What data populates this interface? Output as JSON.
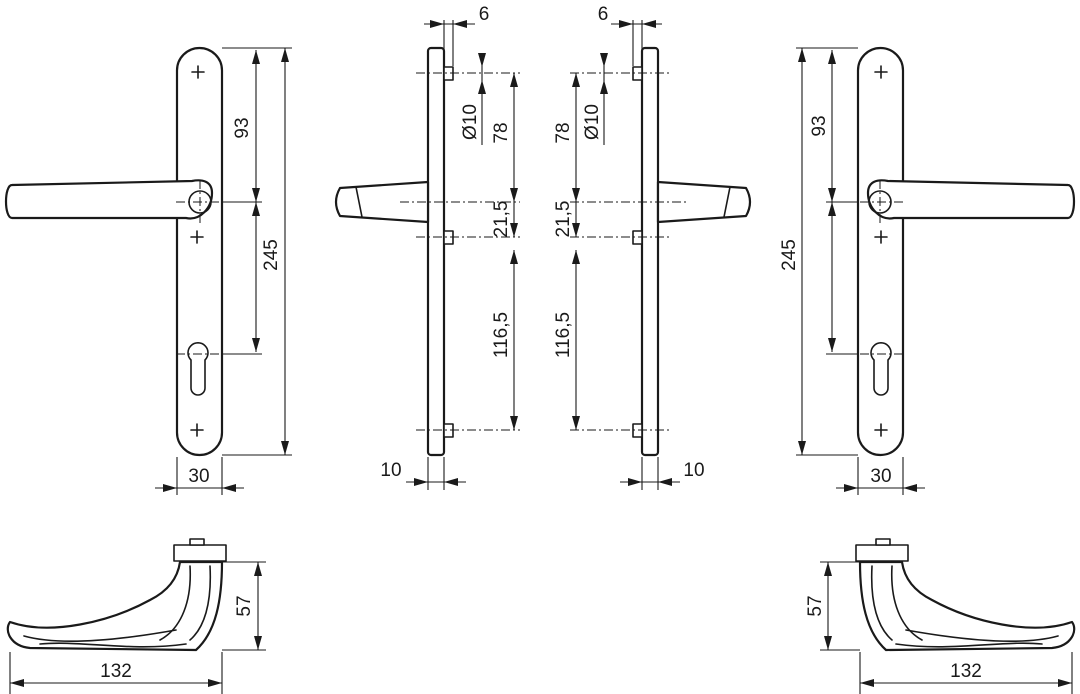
{
  "dimensions": {
    "left_front": {
      "spindle_to_top_hole": "93",
      "plate_length": "245",
      "plate_width": "30"
    },
    "left_side": {
      "rose_depth": "6",
      "bolt_diameter": "Ø10",
      "top_to_spindle": "78",
      "spindle_to_bolt": "21,5",
      "bolt_spacing": "116,5",
      "plate_thickness": "10"
    },
    "right_side": {
      "rose_depth": "6",
      "bolt_diameter": "Ø10",
      "top_to_spindle": "78",
      "spindle_to_bolt": "21,5",
      "bolt_spacing": "116,5",
      "plate_thickness": "10"
    },
    "right_front": {
      "plate_length": "245",
      "spindle_to_top_hole": "93",
      "plate_width": "30"
    },
    "left_top": {
      "projection": "57",
      "lever_length": "132"
    },
    "right_top": {
      "projection": "57",
      "lever_length": "132"
    }
  }
}
